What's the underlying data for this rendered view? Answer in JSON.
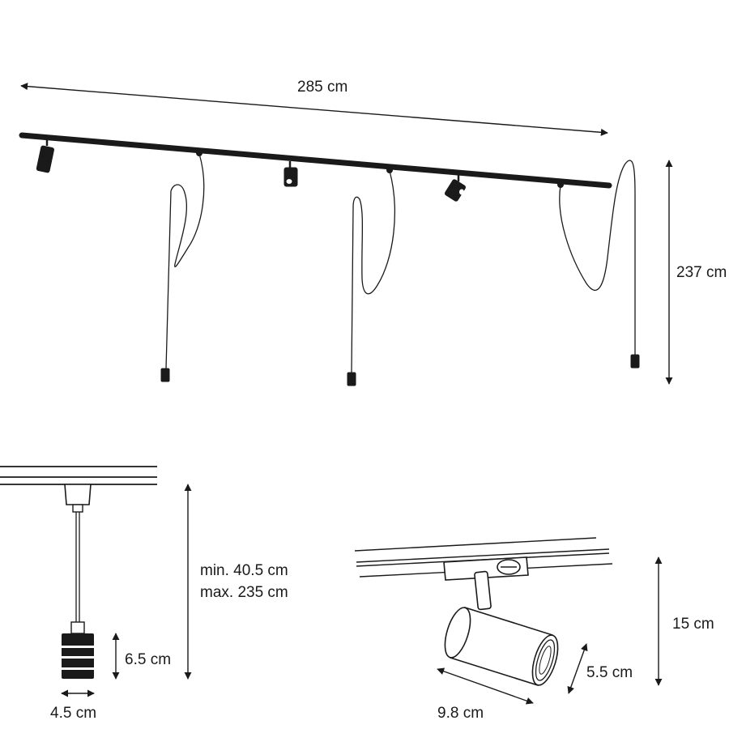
{
  "labels": {
    "track_length": "285 cm",
    "total_height": "237 cm",
    "pendant_length_min": "min. 40.5 cm",
    "pendant_length_max": "max. 235 cm",
    "pendant_height": "6.5 cm",
    "pendant_width": "4.5 cm",
    "spot_height": "15 cm",
    "spot_diameter": "5.5 cm",
    "spot_length": "9.8 cm"
  },
  "colors": {
    "line": "#1a1a1a",
    "background": "#ffffff"
  }
}
